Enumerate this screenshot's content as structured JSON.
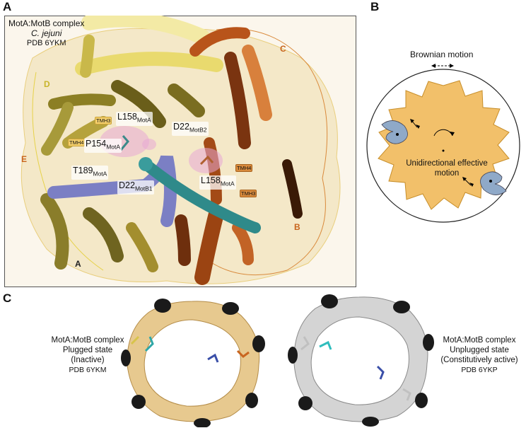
{
  "panels": {
    "a": {
      "letter": "A",
      "title_lines": [
        "MotA:MotB complex",
        "C. jejuni",
        "PDB 6YKM"
      ],
      "chains": [
        "D",
        "C",
        "E",
        "B",
        "A"
      ],
      "residues": {
        "l158_top": {
          "name": "L158",
          "sub": "MotA"
        },
        "d22_motb2": {
          "name": "D22",
          "sub": "MotB2"
        },
        "p154": {
          "name": "P154",
          "sub": "MotA"
        },
        "t189": {
          "name": "T189",
          "sub": "MotA"
        },
        "d22_motb1": {
          "name": "D22",
          "sub": "MotB1"
        },
        "l158_right": {
          "name": "L158",
          "sub": "MotA"
        }
      },
      "tmh_tags": [
        "TMH3",
        "TMH4",
        "TMH4",
        "TMH3"
      ]
    },
    "b": {
      "letter": "B",
      "brownian": "Brownian motion",
      "unidirectional": [
        "Unidirectional effective",
        "motion"
      ]
    },
    "c": {
      "letter": "C",
      "left_lines": [
        "MotA:MotB complex",
        "Plugged state",
        "(Inactive)",
        "PDB 6YKM"
      ],
      "right_lines": [
        "MotA:MotB complex",
        "Unplugged state",
        "(Constitutively active)",
        "PDB 6YKP"
      ]
    }
  },
  "colors": {
    "yellow_chain": "#e8d66a",
    "orange_chain": "#b8541a",
    "periplasmic_blue": "#7b7fc4",
    "teal": "#2f8a8a",
    "gear_fill": "#f2c06a",
    "stator_blue": "#8fa9c8",
    "ring_tan": "#e7c98f",
    "ring_grey": "#d4d4d4"
  }
}
